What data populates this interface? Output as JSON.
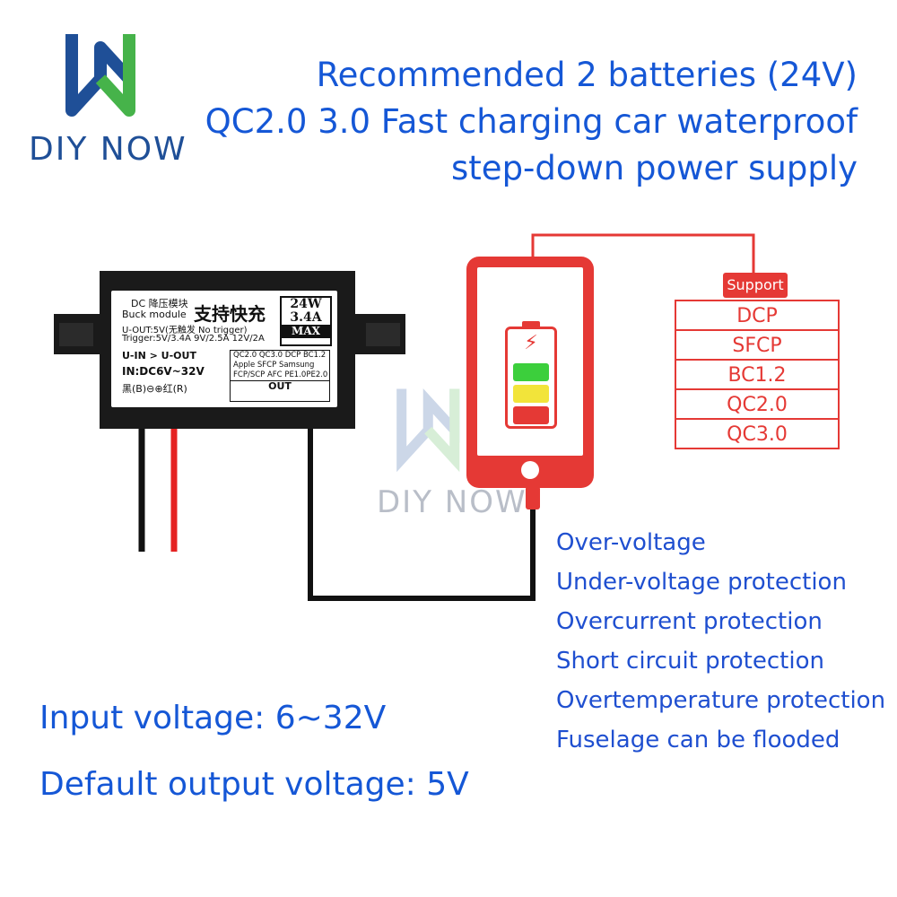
{
  "brand": {
    "name": "DIY NOW",
    "watermark": "DIY NOW"
  },
  "headline": {
    "line1": "Recommended 2 batteries (24V)",
    "line2": "QC2.0 3.0 Fast charging car waterproof",
    "line3": "step-down power supply"
  },
  "module_label": {
    "line1": "DC 降压模块",
    "line2": "Buck module",
    "big_cn": "支持快充",
    "rating_w": "24W",
    "rating_a": "3.4A",
    "rating_max": "MAX",
    "uout": "U-OUT:5V(无触发 No trigger)",
    "trigger": "Trigger:5V/3.4A  9V/2.5A  12V/2A",
    "uin_uout": "U-IN > U-OUT",
    "input_range": "IN:DC6V~32V",
    "polarity": "黑(B)⊖⊕红(R)",
    "proto1": "QC2.0  QC3.0  DCP  BC1.2",
    "proto2": "Apple  SFCP  Samsung",
    "proto3": "FCP/SCP AFC  PE1.0PE2.0",
    "out": "OUT"
  },
  "support": {
    "title": "Support",
    "items": [
      "DCP",
      "SFCP",
      "BC1.2",
      "QC2.0",
      "QC3.0"
    ]
  },
  "features": [
    "Over-voltage",
    "Under-voltage protection",
    "Overcurrent protection",
    "Short circuit protection",
    "Overtemperature protection",
    "Fuselage can be flooded"
  ],
  "specs": {
    "input": "Input voltage: 6~32V",
    "output": "Default output voltage: 5V"
  },
  "colors": {
    "accent_blue": "#1557d6",
    "phone_red": "#e53935",
    "battery_green": "#3ccf3c",
    "battery_yellow": "#f2e43a",
    "battery_red": "#e53935"
  }
}
